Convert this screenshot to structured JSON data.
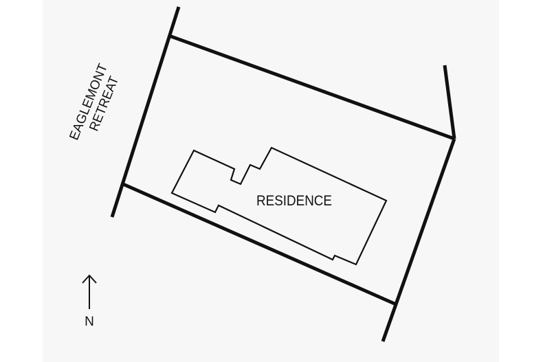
{
  "diagram": {
    "type": "site-plan",
    "colors": {
      "background": "#ffffff",
      "panel": "#f7f7f7",
      "ink": "#111111"
    },
    "street_label_line1": "EAGLEMONT",
    "street_label_line2": "RETREAT",
    "building_label": "RESIDENCE",
    "north_label": "N"
  }
}
